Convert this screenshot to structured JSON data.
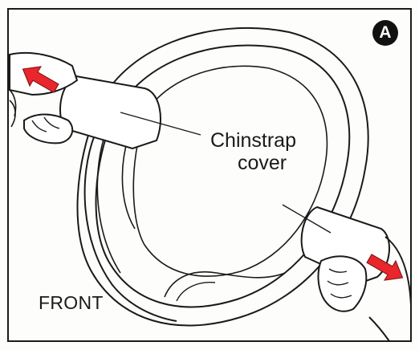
{
  "badge": {
    "letter": "A"
  },
  "callout": {
    "line1": "Chinstrap",
    "line2": "cover"
  },
  "orientation_label": "FRONT",
  "colors": {
    "line": "#1a1a1a",
    "arrow": "#e8262b",
    "background": "#fdfdfb",
    "badge_fill": "#111111"
  }
}
